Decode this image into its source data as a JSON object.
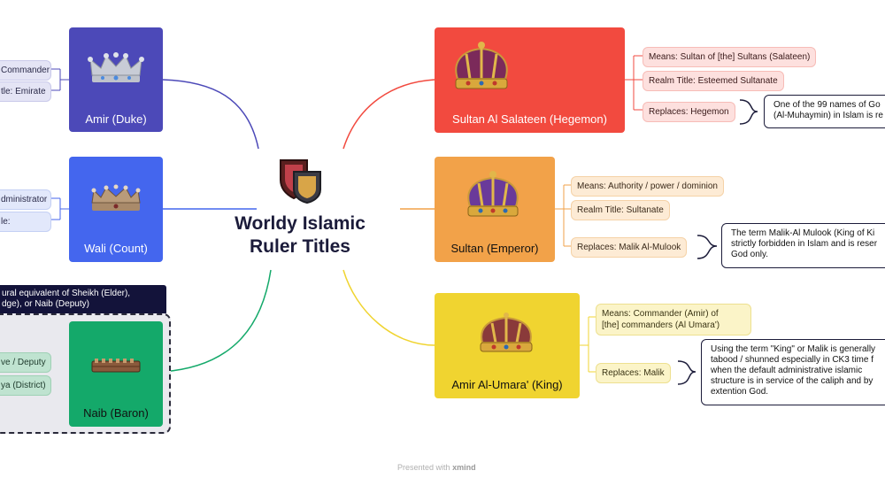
{
  "central": {
    "title_line1": "Worldy Islamic",
    "title_line2": "Ruler Titles"
  },
  "left": {
    "amir": {
      "name": "Amir (Duke)",
      "tags": [
        "Commander",
        "tle: Emirate"
      ]
    },
    "wali": {
      "name": "Wali (Count)",
      "tags": [
        "dministrator",
        "le:"
      ]
    },
    "naib": {
      "name": "Naib (Baron)",
      "note_line1": "ural equivalent of Sheikh (Elder),",
      "note_line2": "dge), or Naib (Deputy)",
      "tags": [
        "ve / Deputy",
        "ya (District)"
      ]
    }
  },
  "right": {
    "sultan_al_salateen": {
      "name": "Sultan Al Salateen (Hegemon)",
      "tags": [
        "Means: Sultan of [the] Sultans (Salateen)",
        "Realm Title: Esteemed Sultanate",
        "Replaces: Hegemon"
      ],
      "note_line1": "One of the 99 names of Go",
      "note_line2": "(Al-Muhaymin) in Islam is re"
    },
    "sultan": {
      "name": "Sultan (Emperor)",
      "tags": [
        "Means: Authority / power / dominion",
        "Realm Title: Sultanate",
        "Replaces: Malik Al-Mulook"
      ],
      "note_line1": "The term Malik-Al Mulook (King of Ki",
      "note_line2": "strictly forbidden in Islam and is reser",
      "note_line3": "God only."
    },
    "amir_al_umara": {
      "name": "Amir Al-Umara' (King)",
      "tags": [
        "Means: Commander (Amir) of",
        "[the] commanders (Al Umara')",
        "Replaces: Malik"
      ],
      "note_line1": "Using the term \"King\" or Malik is generally",
      "note_line2": "tabood / shunned especially in CK3 time f",
      "note_line3": "when the default administrative islamic",
      "note_line4": "structure is in service of the caliph and by",
      "note_line5": "extention God."
    }
  },
  "footer": {
    "text": "Presented with",
    "brand": "xmind"
  },
  "colors": {
    "amir": "#4c49b8",
    "wali": "#4466ee",
    "naib": "#14a96a",
    "sultan_al_salateen": "#f24a3f",
    "sultan": "#f2a249",
    "amir_al_umara": "#f0d430",
    "title": "#1b1b3a"
  },
  "icons": [
    "shield-icon",
    "crown-icon"
  ]
}
